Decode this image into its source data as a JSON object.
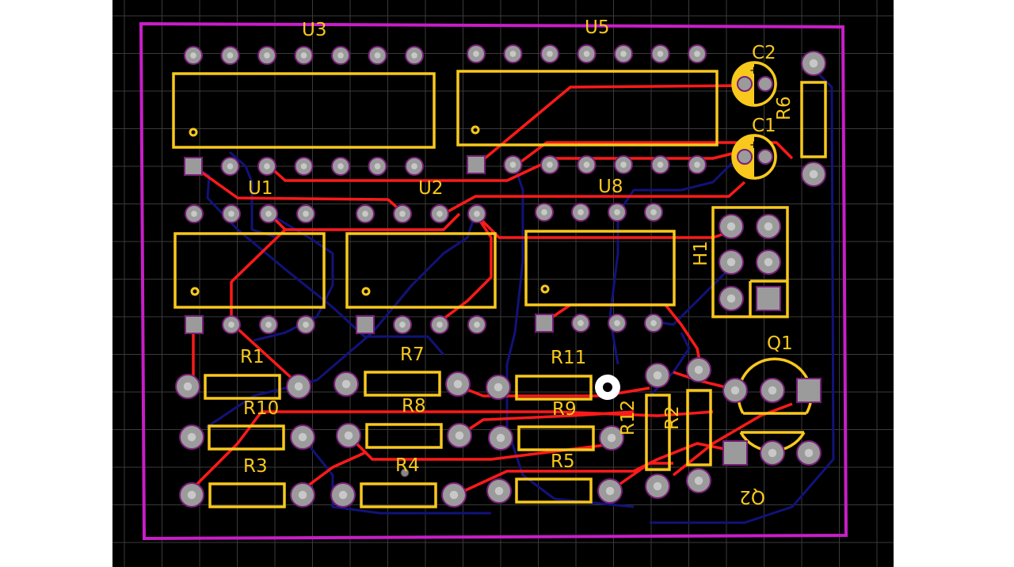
{
  "colors": {
    "background": "#000000",
    "grid": "#3a3a3a",
    "outline": "#c81ec8",
    "silkscreen": "#f8c81c",
    "top_copper": "#ff1a1a",
    "bottom_copper": "#12127a",
    "pad": "#9b9b9b",
    "pad_ring": "#7a1f7a"
  },
  "components": {
    "U3": "U3",
    "U5": "U5",
    "U1": "U1",
    "U2": "U2",
    "U8": "U8",
    "C1": "C1",
    "C2": "C2",
    "R6": "R6",
    "H1": "H1",
    "Q1": "Q1",
    "Q2": "Q2",
    "R1": "R1",
    "R7": "R7",
    "R11": "R11",
    "R10": "R10",
    "R8": "R8",
    "R9": "R9",
    "R3": "R3",
    "R4": "R4",
    "R5": "R5",
    "R12": "R12",
    "R2": "R2"
  }
}
